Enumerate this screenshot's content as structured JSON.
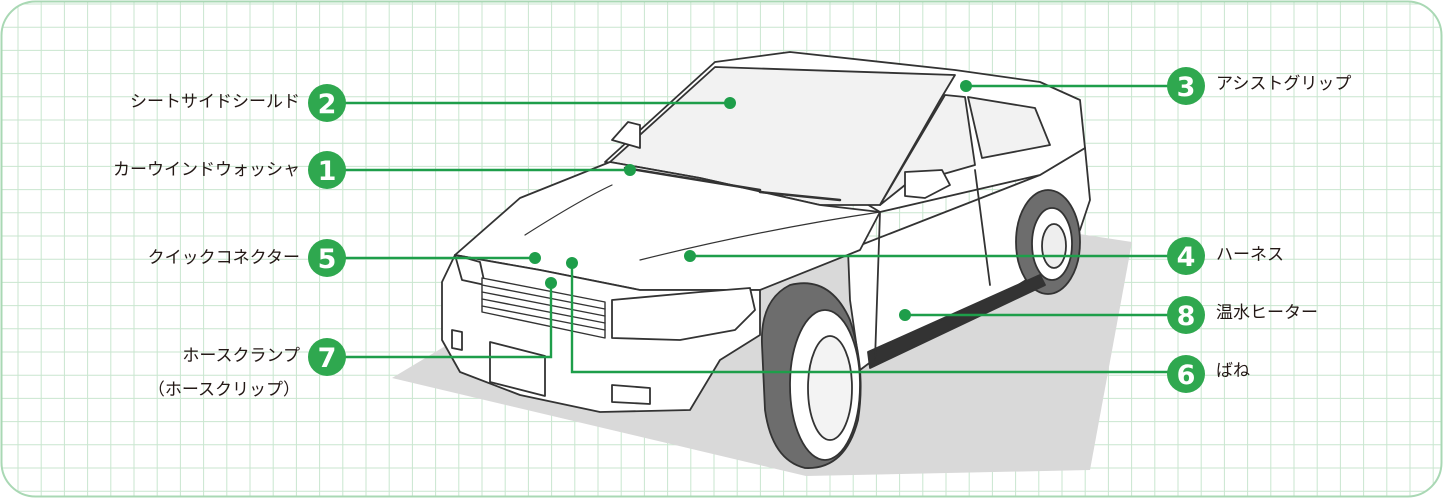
{
  "colors": {
    "accent_green": "#2fa84f",
    "leader_green": "#1e9e4a",
    "grid_line": "#c9e6cf",
    "frame_border": "#a9d8b4",
    "text": "#231815",
    "ground_shadow": "#d9d9d9",
    "tire": "#6d6d6d"
  },
  "callouts": [
    {
      "number": "1",
      "label": "カーウインドウォッシャ"
    },
    {
      "number": "2",
      "label": "シートサイドシールド"
    },
    {
      "number": "3",
      "label": "アシストグリップ"
    },
    {
      "number": "4",
      "label": "ハーネス"
    },
    {
      "number": "5",
      "label": "クイックコネクター"
    },
    {
      "number": "6",
      "label": "ばね"
    },
    {
      "number": "7",
      "label": "ホースクランプ",
      "label2": "（ホースクリップ）"
    },
    {
      "number": "8",
      "label": "温水ヒーター"
    }
  ]
}
